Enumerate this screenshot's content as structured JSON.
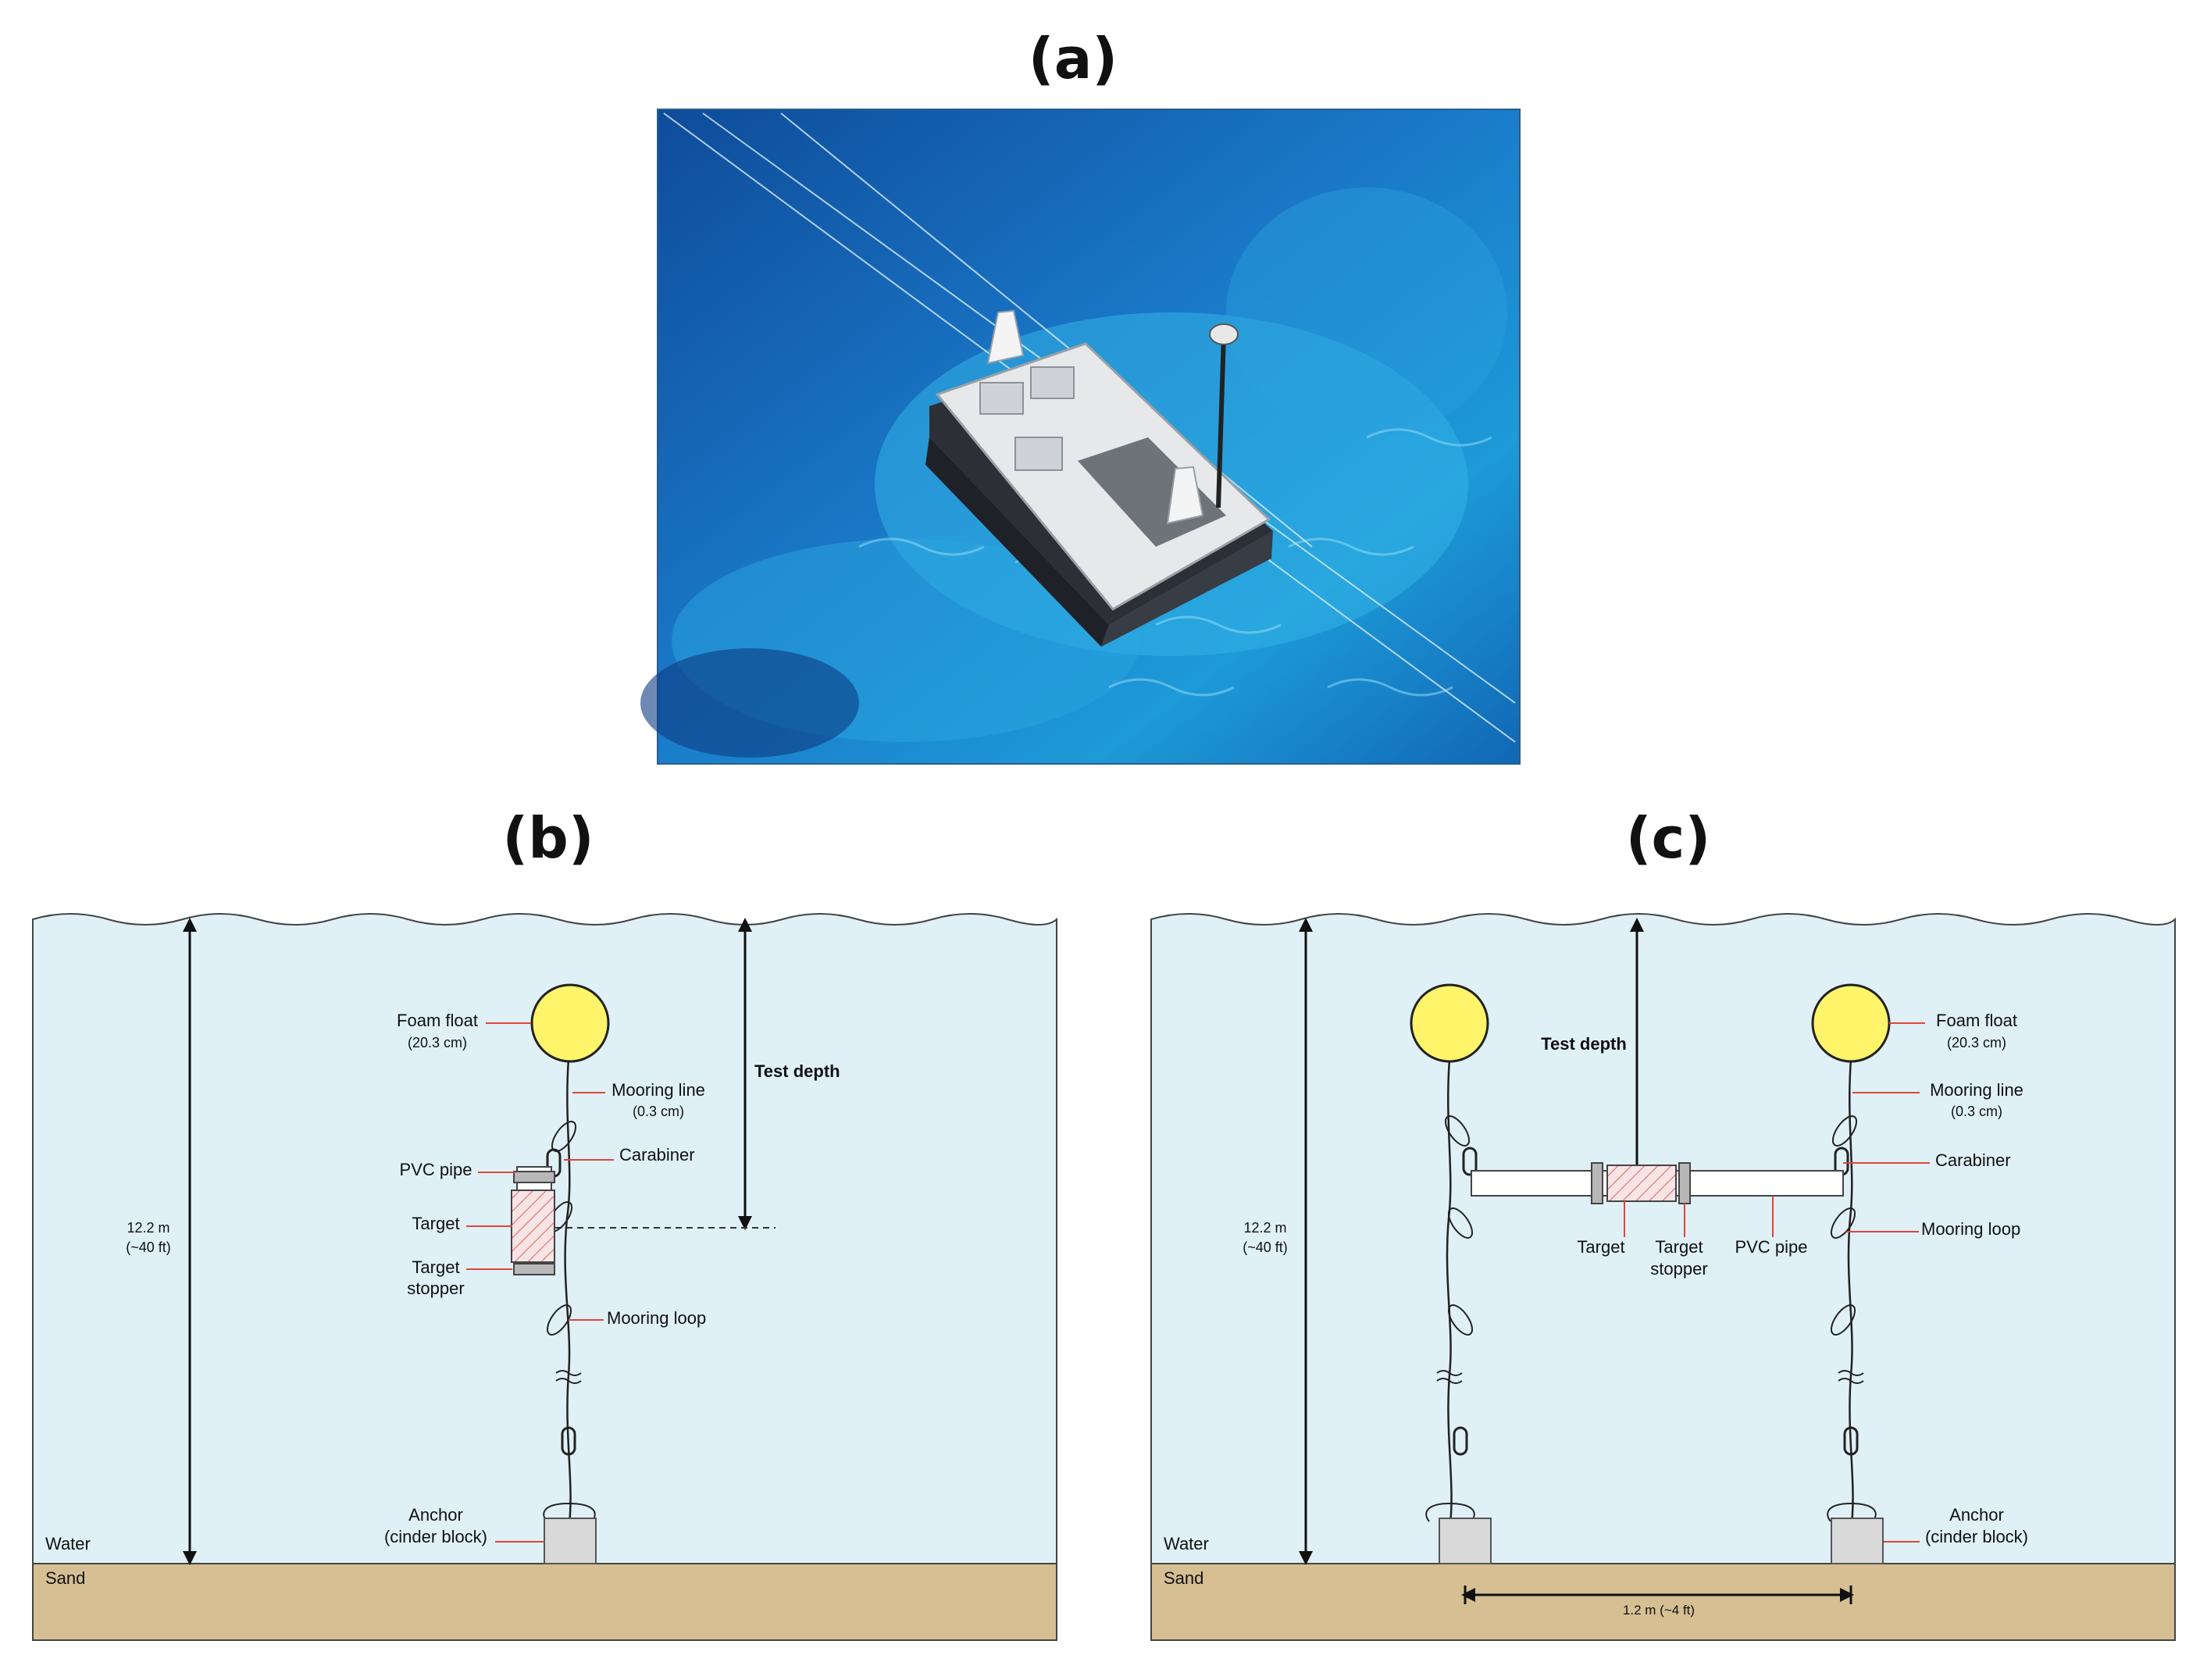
{
  "panel_a": {
    "title": "(a)"
  },
  "panel_b": {
    "title": "(b)",
    "labels": {
      "foam_float": "Foam float",
      "foam_float_size": "(20.3 cm)",
      "mooring_line": "Mooring line",
      "mooring_line_size": "(0.3 cm)",
      "test_depth": "Test depth",
      "carabiner": "Carabiner",
      "pvc_pipe": "PVC pipe",
      "target": "Target",
      "target_stopper_1": "Target",
      "target_stopper_2": "stopper",
      "mooring_loop": "Mooring loop",
      "depth_value": "12.2 m",
      "depth_value_ft": "(~40 ft)",
      "anchor": "Anchor",
      "anchor_type": "(cinder block)",
      "water": "Water",
      "sand": "Sand"
    }
  },
  "panel_c": {
    "title": "(c)",
    "labels": {
      "foam_float": "Foam float",
      "foam_float_size": "(20.3 cm)",
      "test_depth": "Test depth",
      "mooring_line": "Mooring line",
      "mooring_line_size": "(0.3 cm)",
      "carabiner": "Carabiner",
      "mooring_loop": "Mooring loop",
      "target": "Target",
      "target_stopper_1": "Target",
      "target_stopper_2": "stopper",
      "pvc_pipe": "PVC pipe",
      "depth_value": "12.2 m",
      "depth_value_ft": "(~40 ft)",
      "anchor": "Anchor",
      "anchor_type": "(cinder block)",
      "water": "Water",
      "sand": "Sand",
      "spacing": "1.2 m (~4 ft)"
    }
  },
  "colors": {
    "water": "#dff0f7",
    "sand": "#d5bf93",
    "float": "#fff46a",
    "leader": "#e0453a",
    "target_hatch": "#e06060",
    "stopper": "#b8b8b8",
    "anchor": "#d9d9d9"
  }
}
